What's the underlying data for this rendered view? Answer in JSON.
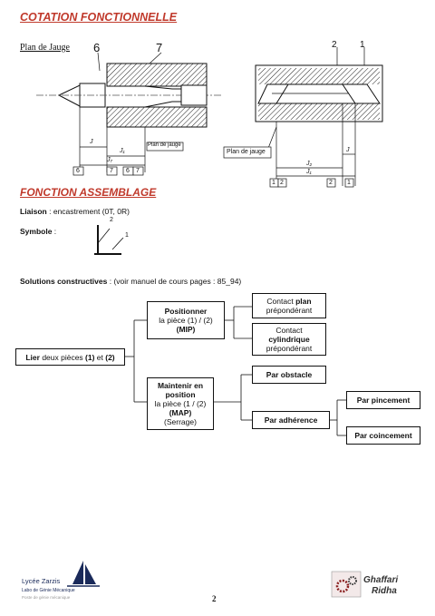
{
  "section1": {
    "title": "COTATION FONCTIONNELLE",
    "plan_label": "Plan de Jauge"
  },
  "drawing_left": {
    "part_a": "6",
    "part_b": "7",
    "tag": "Plan de jauge",
    "dims": [
      "J",
      "J₁",
      "J₇"
    ],
    "chain": [
      "6",
      "7",
      "6",
      "7"
    ]
  },
  "drawing_right": {
    "part_a": "2",
    "part_b": "1",
    "tag": "Plan de jauge",
    "dims": [
      "J",
      "J₂",
      "J₁"
    ],
    "chain": [
      "1",
      "2",
      "2",
      "1"
    ]
  },
  "section2": {
    "title": "FONCTION ASSEMBLAGE"
  },
  "liaison": {
    "label": "Liaison",
    "value": " : encastrement (0T, 0R)"
  },
  "symbole": {
    "label": "Symbole",
    "value": " :",
    "marks": [
      "2",
      "1"
    ]
  },
  "solutions": {
    "label": "Solutions constructives",
    "value": " : (voir manuel de cours pages : 85_94)"
  },
  "tree": {
    "root": {
      "a": "Lier",
      "b": " deux pièces ",
      "c": "(1)",
      "d": " et ",
      "e": "(2)"
    },
    "mip": {
      "l1": "Positionner",
      "l2": "la pièce (1) / (2)",
      "l3": "(MIP)"
    },
    "contact_plan": {
      "l1a": "Contact ",
      "l1b": "plan",
      "l2": "prépondérant"
    },
    "contact_cyl": {
      "l1": "Contact",
      "l2": "cylindrique",
      "l3": "prépondérant"
    },
    "map": {
      "l1": "Maintenir en",
      "l2": "position",
      "l3": "la pièce (1 / (2)",
      "l4": "(MAP)",
      "l5": "(Serrage)"
    },
    "obstacle": "Par obstacle",
    "adherence": "Par adhérence",
    "pincement": "Par pincement",
    "coincement": "Par coincement"
  },
  "footer": {
    "school": "Lycée Zarzis",
    "dept": "Labo de Génie Mécanique",
    "sub": "Poste de génie mécanique",
    "author1": "Ghaffari",
    "author2": "Ridha",
    "page": "2"
  }
}
